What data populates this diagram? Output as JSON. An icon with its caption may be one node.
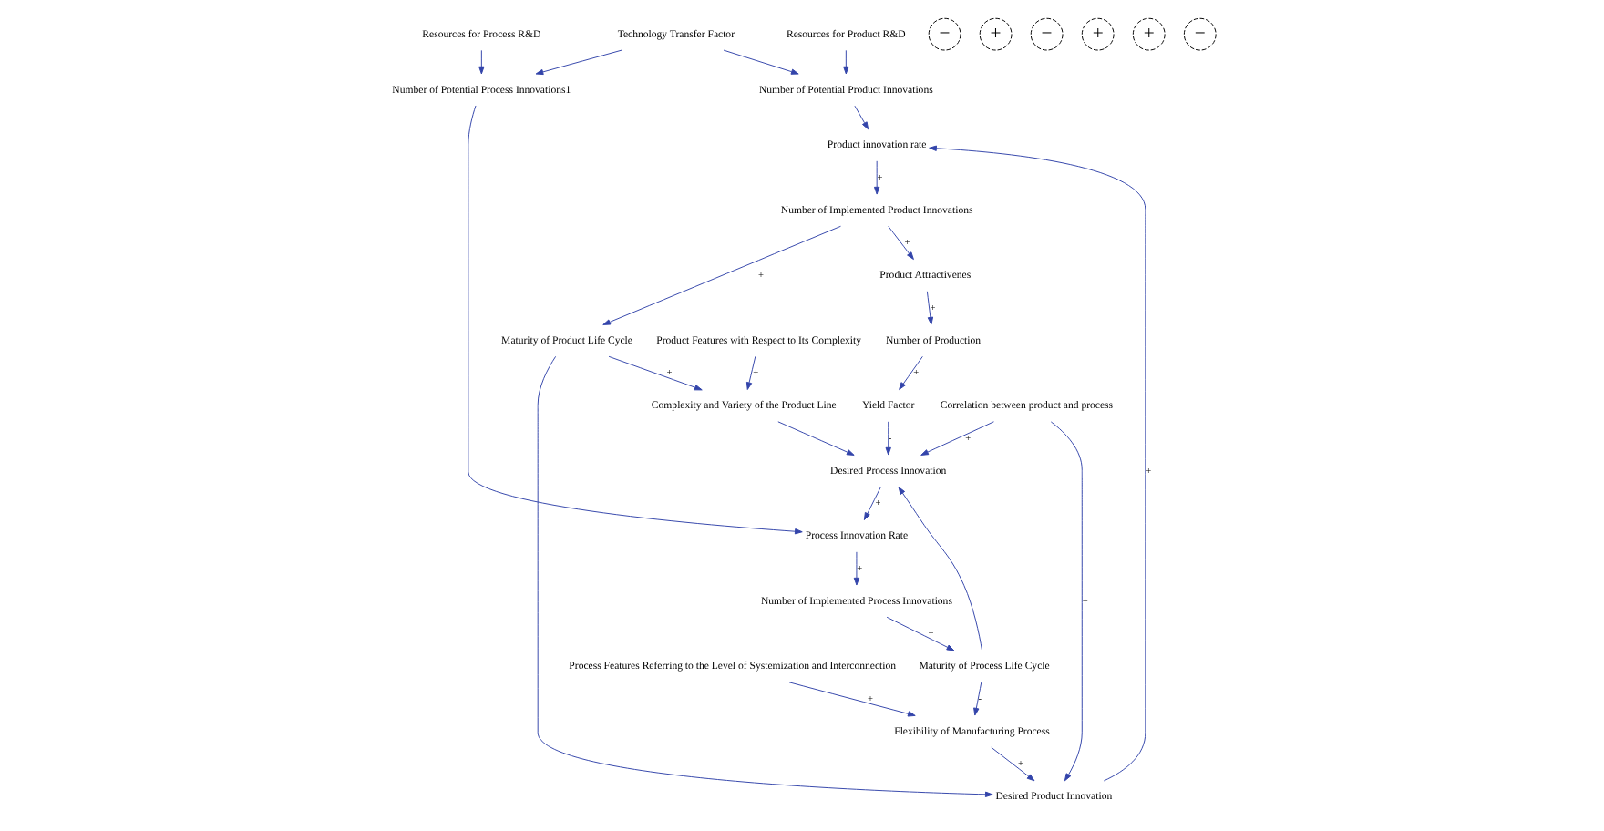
{
  "diagram": {
    "nodes": [
      {
        "text": [
          "Product innovation rate"
        ]
      },
      {
        "text": [
          "Number of Potential Product Innovations"
        ]
      },
      {
        "text": [
          "Number of Implemented Product Innovations"
        ]
      },
      {
        "text": [
          "Desired Product Innovation"
        ]
      },
      {
        "text": [
          "Maturity of Product Life Cycle"
        ]
      },
      {
        "text": [
          "Product Attractivenes"
        ]
      },
      {
        "text": [
          "Resources for Product R&D"
        ]
      },
      {
        "text": [
          "Product Features with Respect to Its Complexity"
        ]
      },
      {
        "text": [
          "Flexibility of Manufacturing Process"
        ]
      },
      {
        "text": [
          "Number of Production"
        ]
      },
      {
        "text": [
          "Complexity and Variety of the Product Line"
        ]
      },
      {
        "text": [
          "Correlation between product and process"
        ]
      },
      {
        "text": [
          "Technology Transfer Factor"
        ]
      },
      {
        "text": [
          "Yield Factor"
        ]
      },
      {
        "text": [
          "Process Features Referring to the Level of Systemization and Interconnection"
        ]
      },
      {
        "text": [
          "Desired Process Innovation"
        ]
      },
      {
        "text": [
          "Process Innovation Rate"
        ]
      },
      {
        "text": [
          "Number of Potential Process Innovations1"
        ]
      },
      {
        "text": [
          "Maturity of Process Life Cycle"
        ]
      },
      {
        "text": [
          "Number of Implemented Process Innovations"
        ]
      },
      {
        "text": [
          "Resources for Process R&D"
        ]
      }
    ],
    "edges": [
      {
        "from": 1,
        "to": 0,
        "arrow": "to"
      },
      {
        "from": 0,
        "to": 2,
        "arrow": "to",
        "label": "+"
      },
      {
        "from": 3,
        "to": 0,
        "arrow": "to",
        "label": "+"
      },
      {
        "from": 2,
        "to": 4,
        "arrow": "to",
        "label": "+"
      },
      {
        "from": 2,
        "to": 5,
        "arrow": "to",
        "label": "+"
      },
      {
        "from": 4,
        "to": 3,
        "arrow": "to",
        "label": "-"
      },
      {
        "from": 6,
        "to": 1,
        "arrow": "to"
      },
      {
        "from": 12,
        "to": 1,
        "arrow": "to"
      },
      {
        "from": 5,
        "to": 9,
        "arrow": "to",
        "label": "+"
      },
      {
        "from": 8,
        "to": 3,
        "arrow": "to",
        "label": "+"
      },
      {
        "from": 11,
        "to": 3,
        "arrow": "to",
        "label": "+"
      },
      {
        "from": 7,
        "to": 10,
        "arrow": "to",
        "label": "+"
      },
      {
        "from": 4,
        "to": 10,
        "arrow": "to",
        "label": "+"
      },
      {
        "from": 9,
        "to": 13,
        "arrow": "to",
        "label": "+"
      },
      {
        "from": 14,
        "to": 8,
        "arrow": "to",
        "label": "+"
      },
      {
        "from": 18,
        "to": 8,
        "arrow": "to",
        "label": "-"
      },
      {
        "from": 10,
        "to": 15,
        "arrow": "to"
      },
      {
        "from": 11,
        "to": 15,
        "arrow": "to",
        "label": "+"
      },
      {
        "from": 13,
        "to": 15,
        "arrow": "to",
        "label": "-"
      },
      {
        "from": 15,
        "to": 16,
        "arrow": "to",
        "label": "+"
      },
      {
        "from": 17,
        "to": 16,
        "arrow": "to"
      },
      {
        "from": 12,
        "to": 17,
        "arrow": "to"
      },
      {
        "from": 20,
        "to": 17,
        "arrow": "to"
      },
      {
        "from": 16,
        "to": 19,
        "arrow": "to",
        "label": "+"
      },
      {
        "from": 19,
        "to": 18,
        "arrow": "to",
        "label": "+"
      },
      {
        "from": 18,
        "to": 15,
        "arrow": "to",
        "label": "-"
      }
    ],
    "labels": [
      "−",
      "+",
      "−",
      "+",
      "+",
      "−"
    ]
  }
}
